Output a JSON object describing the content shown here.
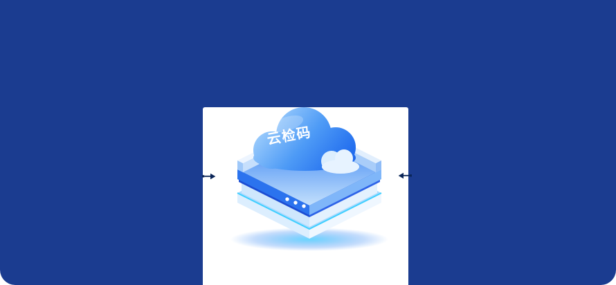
{
  "hero": {
    "background_color": "#1B3C90",
    "card_background": "#FFFFFF"
  },
  "illustration": {
    "cloud_label": "云检码",
    "label_color": "#FFFFFF",
    "icons": [
      "cloud-icon",
      "cloud-small-icon",
      "isometric-platform",
      "status-dots",
      "base-glow",
      "back-walls"
    ],
    "colors": {
      "cloud_gradient_start": "#A8D4FD",
      "cloud_gradient_mid": "#4E9BF6",
      "cloud_gradient_end": "#1B66ED",
      "cloud_small": "#E7F3FF",
      "platform_top_face_start": "#2F7DF2",
      "platform_top_face_end": "#C3E0FC",
      "platform_left_face": "#2B73EE",
      "platform_right_face": "#7FB6F9",
      "navy_band": "#1C4CD2",
      "light_slab_left": "#DCEEFE",
      "light_slab_right": "#EFF7FF",
      "cyan_edge": "#3ECFFF",
      "glow_cyan": "#37C8FF",
      "dots": "#FFFFFF",
      "wall_top": "#EDF5FF",
      "wall_inner_left": "#C6DFFC",
      "wall_inner_right": "#A9CDF9"
    }
  },
  "connectors": {
    "color": "#0A2557",
    "left_arrow_direction": "right",
    "right_arrow_direction": "left"
  }
}
